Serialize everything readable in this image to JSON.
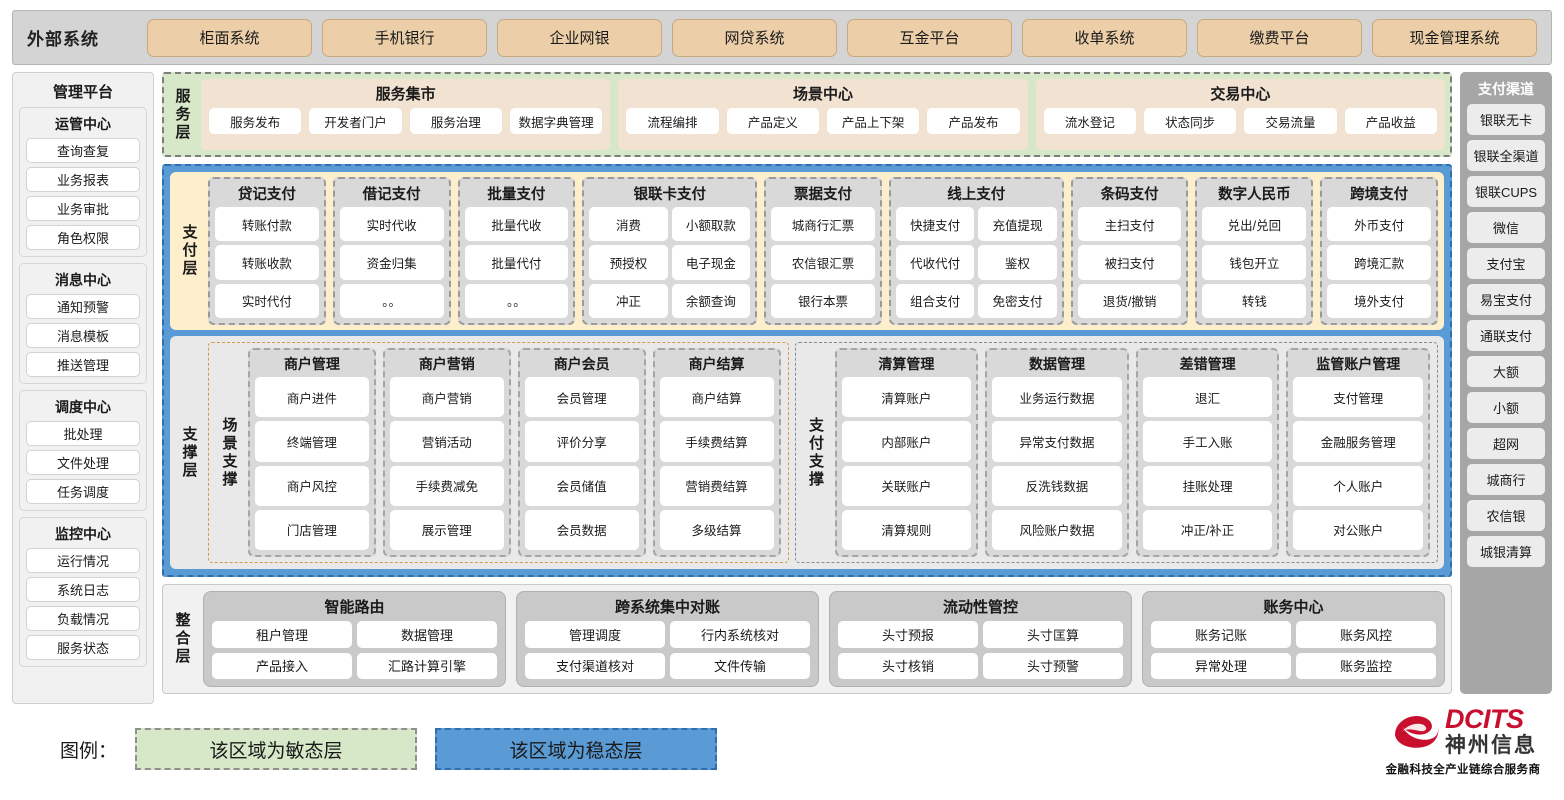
{
  "external": {
    "title": "外部系统",
    "items": [
      "柜面系统",
      "手机银行",
      "企业网银",
      "网贷系统",
      "互金平台",
      "收单系统",
      "缴费平台",
      "现金管理系统"
    ]
  },
  "management": {
    "title": "管理平台",
    "groups": [
      {
        "title": "运管中心",
        "items": [
          "查询查复",
          "业务报表",
          "业务审批",
          "角色权限"
        ]
      },
      {
        "title": "消息中心",
        "items": [
          "通知预警",
          "消息模板",
          "推送管理"
        ]
      },
      {
        "title": "调度中心",
        "items": [
          "批处理",
          "文件处理",
          "任务调度"
        ]
      },
      {
        "title": "监控中心",
        "items": [
          "运行情况",
          "系统日志",
          "负载情况",
          "服务状态"
        ]
      }
    ]
  },
  "channels": {
    "title": "支付渠道",
    "items": [
      "银联无卡",
      "银联全渠道",
      "银联CUPS",
      "微信",
      "支付宝",
      "易宝支付",
      "通联支付",
      "大额",
      "小额",
      "超网",
      "城商行",
      "农信银",
      "城银清算"
    ]
  },
  "service_layer": {
    "label": "服务层",
    "cards": [
      {
        "title": "服务集市",
        "items": [
          "服务发布",
          "开发者门户",
          "服务治理",
          "数据字典管理"
        ]
      },
      {
        "title": "场景中心",
        "items": [
          "流程编排",
          "产品定义",
          "产品上下架",
          "产品发布"
        ]
      },
      {
        "title": "交易中心",
        "items": [
          "流水登记",
          "状态同步",
          "交易流量",
          "产品收益"
        ]
      }
    ]
  },
  "payment_layer": {
    "label": "支付层",
    "columns": [
      {
        "title": "贷记支付",
        "cols": 1,
        "items": [
          "转账付款",
          "转账收款",
          "实时代付"
        ]
      },
      {
        "title": "借记支付",
        "cols": 1,
        "items": [
          "实时代收",
          "资金归集",
          "。。"
        ]
      },
      {
        "title": "批量支付",
        "cols": 1,
        "items": [
          "批量代收",
          "批量代付",
          "。。"
        ]
      },
      {
        "title": "银联卡支付",
        "cols": 2,
        "items": [
          "消费",
          "小额取款",
          "预授权",
          "电子现金",
          "冲正",
          "余额查询"
        ]
      },
      {
        "title": "票据支付",
        "cols": 1,
        "items": [
          "城商行汇票",
          "农信银汇票",
          "银行本票"
        ]
      },
      {
        "title": "线上支付",
        "cols": 2,
        "items": [
          "快捷支付",
          "充值提现",
          "代收代付",
          "鉴权",
          "组合支付",
          "免密支付"
        ]
      },
      {
        "title": "条码支付",
        "cols": 1,
        "items": [
          "主扫支付",
          "被扫支付",
          "退货/撤销"
        ]
      },
      {
        "title": "数字人民币",
        "cols": 1,
        "items": [
          "兑出/兑回",
          "钱包开立",
          "转钱"
        ]
      },
      {
        "title": "跨境支付",
        "cols": 1,
        "items": [
          "外币支付",
          "跨境汇款",
          "境外支付"
        ]
      }
    ]
  },
  "support_layer": {
    "label": "支撑层",
    "scene": {
      "label": "场景支撑",
      "columns": [
        {
          "title": "商户管理",
          "items": [
            "商户进件",
            "终端管理",
            "商户风控",
            "门店管理"
          ]
        },
        {
          "title": "商户营销",
          "items": [
            "商户营销",
            "营销活动",
            "手续费减免",
            "展示管理"
          ]
        },
        {
          "title": "商户会员",
          "items": [
            "会员管理",
            "评价分享",
            "会员储值",
            "会员数据"
          ]
        },
        {
          "title": "商户结算",
          "items": [
            "商户结算",
            "手续费结算",
            "营销费结算",
            "多级结算"
          ]
        }
      ]
    },
    "paysupport": {
      "label": "支付支撑",
      "columns": [
        {
          "title": "清算管理",
          "items": [
            "清算账户",
            "内部账户",
            "关联账户",
            "清算规则"
          ]
        },
        {
          "title": "数据管理",
          "items": [
            "业务运行数据",
            "异常支付数据",
            "反洗钱数据",
            "风险账户数据"
          ]
        },
        {
          "title": "差错管理",
          "items": [
            "退汇",
            "手工入账",
            "挂账处理",
            "冲正/补正"
          ]
        },
        {
          "title": "监管账户管理",
          "items": [
            "支付管理",
            "金融服务管理",
            "个人账户",
            "对公账户"
          ]
        }
      ]
    }
  },
  "integration_layer": {
    "label": "整合层",
    "cards": [
      {
        "title": "智能路由",
        "items": [
          "租户管理",
          "数据管理",
          "产品接入",
          "汇路计算引擎"
        ]
      },
      {
        "title": "跨系统集中对账",
        "items": [
          "管理调度",
          "行内系统核对",
          "支付渠道核对",
          "文件传输"
        ]
      },
      {
        "title": "流动性管控",
        "items": [
          "头寸预报",
          "头寸匡算",
          "头寸核销",
          "头寸预警"
        ]
      },
      {
        "title": "账务中心",
        "items": [
          "账务记账",
          "账务风控",
          "异常处理",
          "账务监控"
        ]
      }
    ]
  },
  "legend": {
    "label": "图例：",
    "agile": "该区域为敏态层",
    "stable": "该区域为稳态层"
  },
  "logo": {
    "en": "DCITS",
    "cn": "神州信息",
    "tagline": "金融科技全产业链综合服务商"
  },
  "colors": {
    "agile_green": "#d6e8c8",
    "stable_blue": "#5b9bd5",
    "payment_cream": "#fdeecc",
    "external_chip": "#eccfa9",
    "brand_red": "#c8102e"
  }
}
